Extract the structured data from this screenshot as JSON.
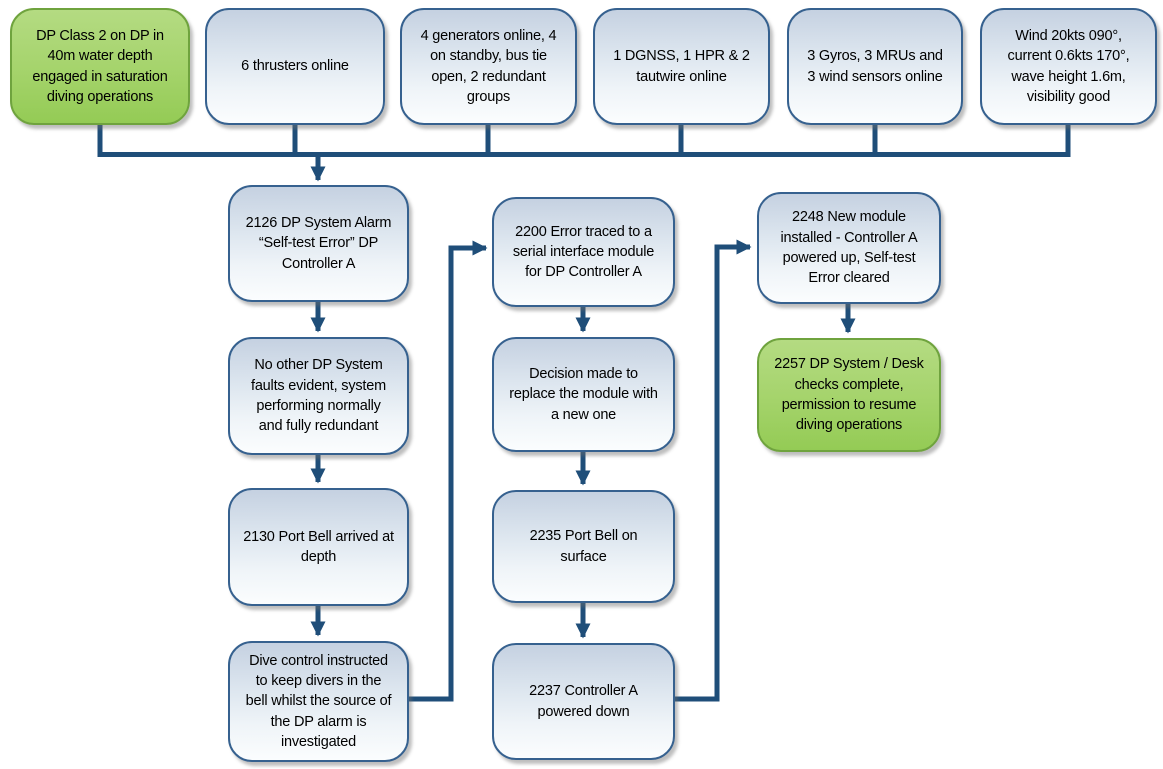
{
  "colors": {
    "connector_line": "#1f4e79",
    "blue_box_border": "#36618f",
    "blue_box_gradient_top": "#c5d1e1",
    "blue_box_gradient_bottom": "#fbfdfe",
    "green_box_border": "#6fa33e",
    "green_box_gradient_top": "#b4db82",
    "green_box_gradient_bottom": "#94cb55",
    "text": "#000000"
  },
  "nodes": {
    "top_row": [
      {
        "text": "DP Class 2 on DP in 40m water depth engaged in saturation diving operations",
        "style": "green"
      },
      {
        "text": "6 thrusters online",
        "style": "blue"
      },
      {
        "text": "4 generators online, 4 on standby, bus tie open, 2 redundant groups",
        "style": "blue"
      },
      {
        "text": "1 DGNSS, 1 HPR & 2 tautwire online",
        "style": "blue"
      },
      {
        "text": "3 Gyros, 3 MRUs and 3 wind sensors online",
        "style": "blue"
      },
      {
        "text": "Wind 20kts 090°, current 0.6kts 170°, wave height 1.6m, visibility good",
        "style": "blue"
      }
    ],
    "column1": [
      {
        "text": "2126 DP System Alarm “Self-test Error” DP Controller A",
        "style": "blue"
      },
      {
        "text": "No other DP System faults evident, system performing normally and fully redundant",
        "style": "blue"
      },
      {
        "text": "2130 Port Bell arrived at depth",
        "style": "blue"
      },
      {
        "text": "Dive control instructed to keep divers in the bell whilst the source of the DP alarm is investigated",
        "style": "blue"
      }
    ],
    "column2": [
      {
        "text": "2200 Error traced to a serial interface module for DP Controller A",
        "style": "blue"
      },
      {
        "text": "Decision made to replace the module with a new one",
        "style": "blue"
      },
      {
        "text": "2235 Port Bell on surface",
        "style": "blue"
      },
      {
        "text": "2237 Controller A powered down",
        "style": "blue"
      }
    ],
    "column3": [
      {
        "text": "2248 New module installed - Controller A powered up, Self-test Error cleared",
        "style": "blue"
      },
      {
        "text": "2257 DP System / Desk checks complete, permission to resume diving operations",
        "style": "green"
      }
    ]
  }
}
